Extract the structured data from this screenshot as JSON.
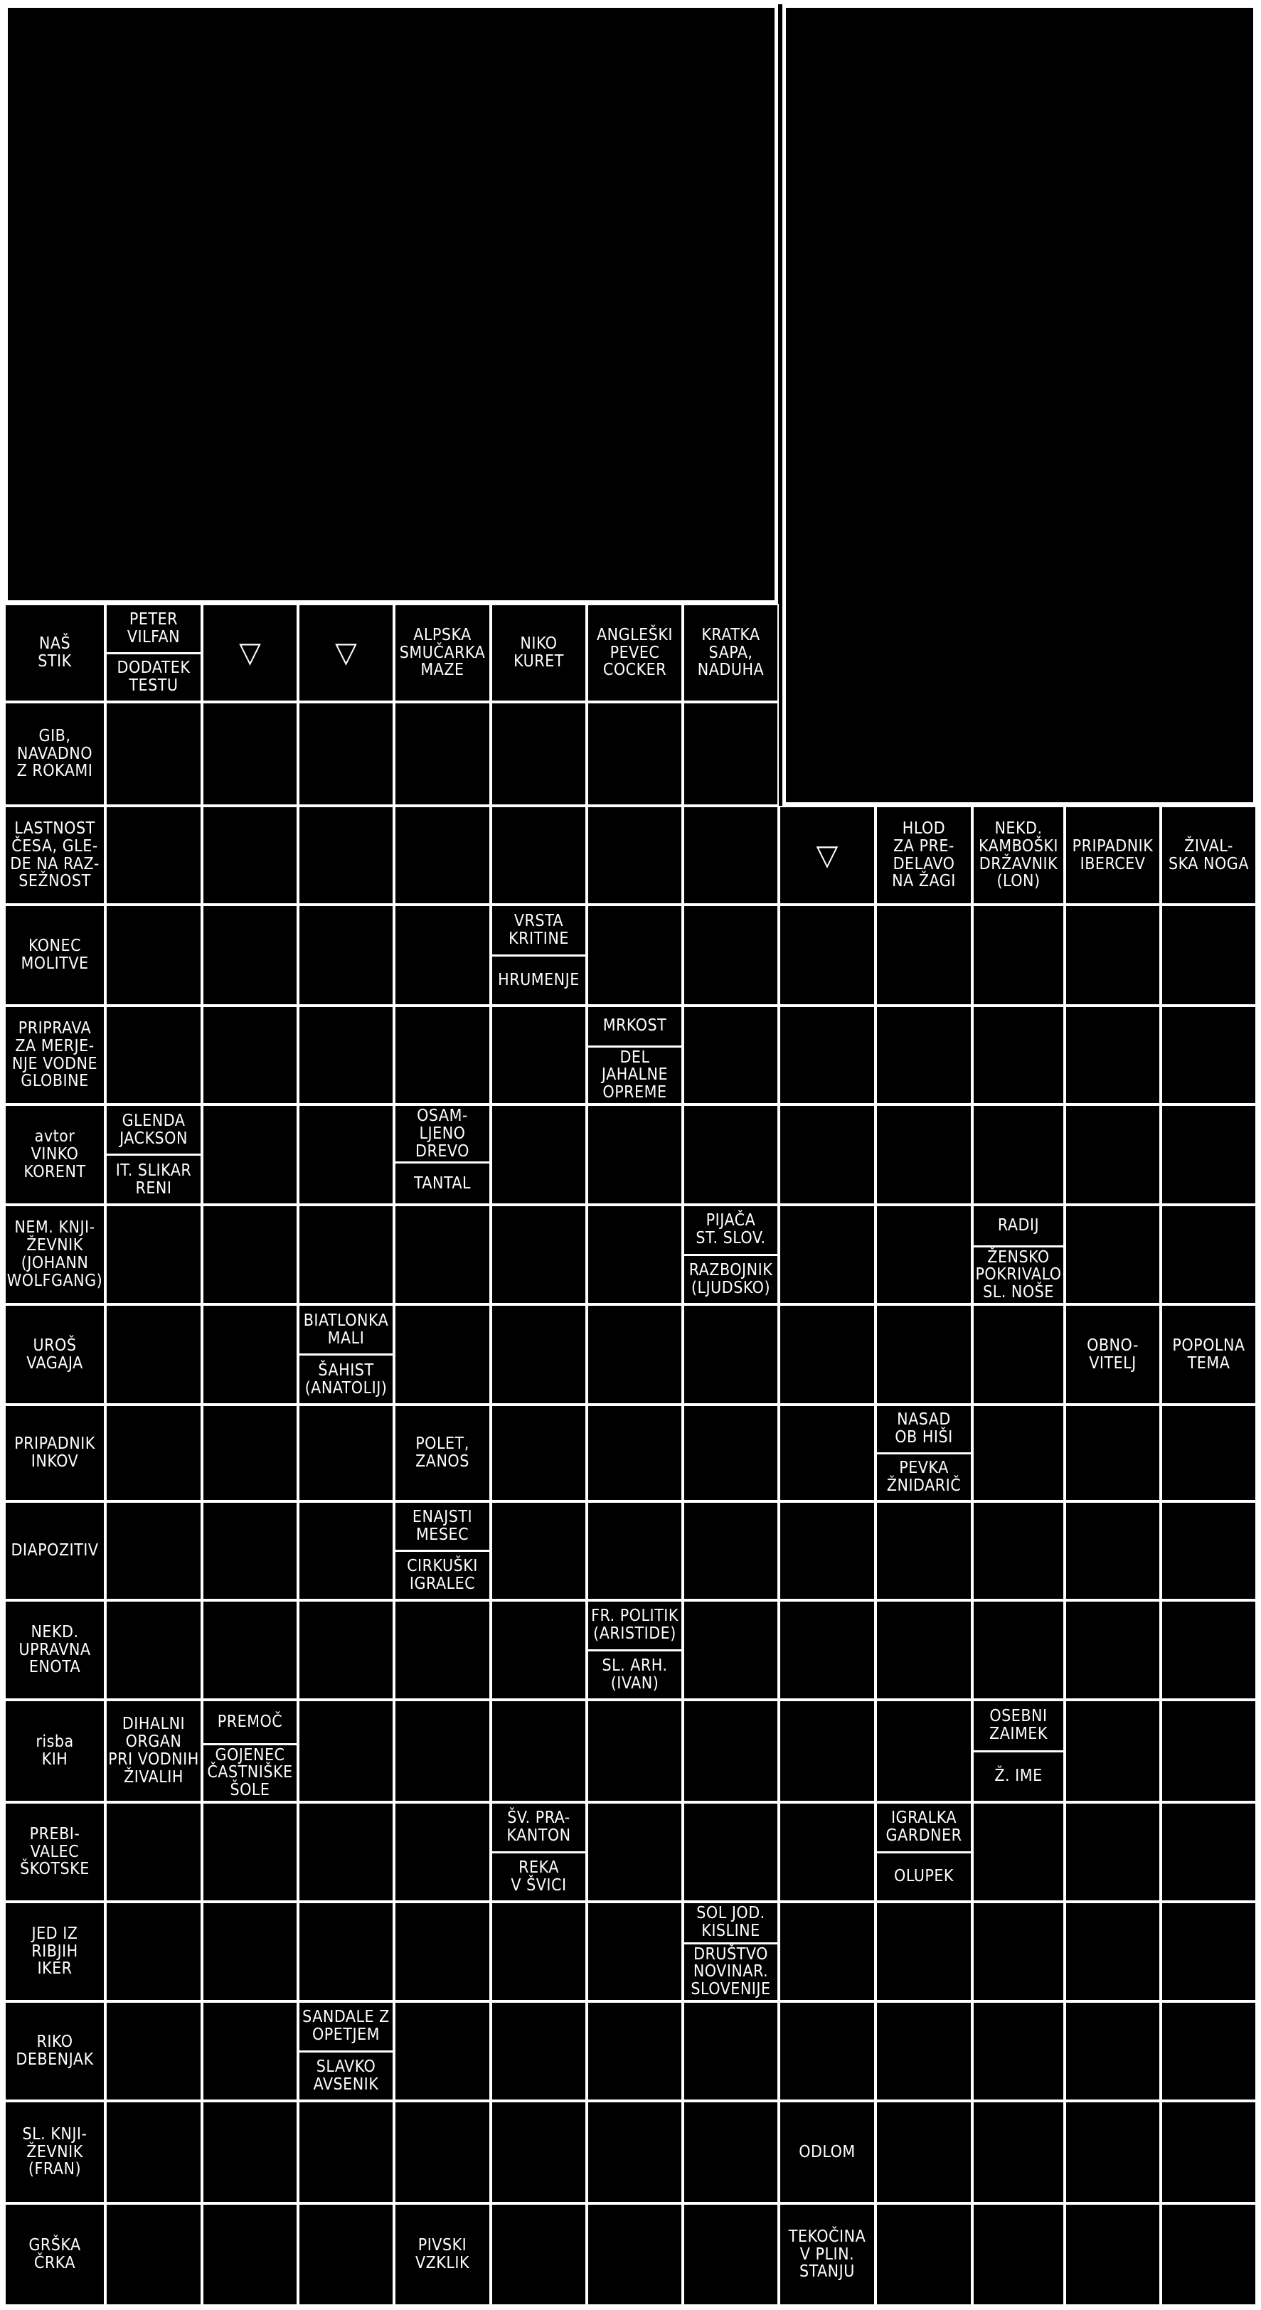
{
  "puzzle": {
    "clues": [
      {
        "row": 0,
        "col": 0,
        "texts": [
          "NAŠ\nSTIK"
        ]
      },
      {
        "row": 0,
        "col": 1,
        "texts": [
          "PETER\nVILFAN",
          "DODATEK\nTESTU"
        ]
      },
      {
        "row": 0,
        "col": 2,
        "arrow": "▽"
      },
      {
        "row": 0,
        "col": 3,
        "arrow": "▽"
      },
      {
        "row": 0,
        "col": 4,
        "texts": [
          "ALPSKA\nSMUČARKA\nMAZE"
        ]
      },
      {
        "row": 0,
        "col": 5,
        "texts": [
          "NIKO\nKURET"
        ]
      },
      {
        "row": 0,
        "col": 6,
        "texts": [
          "ANGLEŠKI\nPEVEC\nCOCKER"
        ]
      },
      {
        "row": 0,
        "col": 7,
        "texts": [
          "KRATKA\nSAPA,\nNADUHA"
        ]
      },
      {
        "row": 1,
        "col": 0,
        "texts": [
          "GIB,\nNAVADNO\nZ ROKAMI"
        ]
      },
      {
        "row": 2,
        "col": 0,
        "texts": [
          "LASTNOST\nČESA, GLE-\nDE NA RAZ-\nSEŽNOST"
        ]
      },
      {
        "row": 2,
        "col": 8,
        "arrow": "▽"
      },
      {
        "row": 2,
        "col": 9,
        "texts": [
          "HLOD\nZA PRE-\nDELAVO\nNA ŽAGI"
        ]
      },
      {
        "row": 2,
        "col": 10,
        "texts": [
          "NEKD.\nKAMBOŠKI\nDRŽAVNIK\n(LON)"
        ]
      },
      {
        "row": 2,
        "col": 11,
        "texts": [
          "PRIPADNIK\nIBERCEV"
        ]
      },
      {
        "row": 2,
        "col": 12,
        "texts": [
          "ŽIVAL-\nSKA NOGA"
        ]
      },
      {
        "row": 3,
        "col": 0,
        "texts": [
          "KONEC\nMOLITVE"
        ]
      },
      {
        "row": 3,
        "col": 5,
        "texts": [
          "VRSTA\nKRITINE",
          "HRUMENJE"
        ]
      },
      {
        "row": 4,
        "col": 0,
        "texts": [
          "PRIPRAVA\nZA MERJE-\nNJE VODNE\nGLOBINE"
        ]
      },
      {
        "row": 4,
        "col": 6,
        "texts": [
          "MRKOST",
          "DEL\nJAHALNE\nOPREME"
        ]
      },
      {
        "row": 5,
        "col": 0,
        "texts": [
          "avtor\nVINKO\nKORENT"
        ]
      },
      {
        "row": 5,
        "col": 1,
        "texts": [
          "GLENDA\nJACKSON",
          "IT. SLIKAR\nRENI"
        ]
      },
      {
        "row": 5,
        "col": 4,
        "texts": [
          "OSAM-\nLJENO\nDREVO",
          "TANTAL"
        ]
      },
      {
        "row": 6,
        "col": 0,
        "texts": [
          "NEM. KNJI-\nŽEVNIK\n(JOHANN\nWOLFGANG)"
        ]
      },
      {
        "row": 6,
        "col": 7,
        "texts": [
          "PIJAČA\nST. SLOV.",
          "RAZBOJNIK\n(LJUDSKO)"
        ]
      },
      {
        "row": 6,
        "col": 10,
        "texts": [
          "RADIJ",
          "ŽENSKO\nPOKRIVALO\nSL. NOŠE"
        ]
      },
      {
        "row": 7,
        "col": 0,
        "texts": [
          "UROŠ\nVAGAJA"
        ]
      },
      {
        "row": 7,
        "col": 3,
        "texts": [
          "BIATLONKA\nMALI",
          "ŠAHIST\n(ANATOLIJ)"
        ]
      },
      {
        "row": 7,
        "col": 11,
        "texts": [
          "OBNO-\nVITELJ"
        ]
      },
      {
        "row": 7,
        "col": 12,
        "texts": [
          "POPOLNA\nTEMA"
        ]
      },
      {
        "row": 8,
        "col": 0,
        "texts": [
          "PRIPADNIK\nINKOV"
        ]
      },
      {
        "row": 8,
        "col": 4,
        "texts": [
          "POLET,\nZANOS"
        ]
      },
      {
        "row": 8,
        "col": 9,
        "texts": [
          "NASAD\nOB HIŠI",
          "PEVKA\nŽNIDARIČ"
        ]
      },
      {
        "row": 9,
        "col": 0,
        "texts": [
          "DIAPOZITIV"
        ]
      },
      {
        "row": 9,
        "col": 4,
        "texts": [
          "ENAJSTI\nMESEC",
          "CIRKUŠKI\nIGRALEC"
        ]
      },
      {
        "row": 10,
        "col": 0,
        "texts": [
          "NEKD.\nUPRAVNA\nENOTA"
        ]
      },
      {
        "row": 10,
        "col": 6,
        "texts": [
          "FR. POLITIK\n(ARISTIDE)",
          "SL. ARH.\n(IVAN)"
        ]
      },
      {
        "row": 11,
        "col": 0,
        "texts": [
          "risba\nKIH"
        ]
      },
      {
        "row": 11,
        "col": 1,
        "texts": [
          "DIHALNI\nORGAN\nPRI VODNIH\nŽIVALIH"
        ]
      },
      {
        "row": 11,
        "col": 2,
        "texts": [
          "PREMOČ",
          "GOJENEC\nČASTNIŠKE\nŠOLE"
        ]
      },
      {
        "row": 11,
        "col": 10,
        "texts": [
          "OSEBNI\nZAIMEK",
          "Ž. IME"
        ]
      },
      {
        "row": 12,
        "col": 0,
        "texts": [
          "PREBI-\nVALEC\nŠKOTSKE"
        ]
      },
      {
        "row": 12,
        "col": 5,
        "texts": [
          "ŠV. PRA-\nKANTON",
          "REKA\nV ŠVICI"
        ]
      },
      {
        "row": 12,
        "col": 9,
        "texts": [
          "IGRALKA\nGARDNER",
          "OLUPEK"
        ]
      },
      {
        "row": 13,
        "col": 0,
        "texts": [
          "JED IZ\nRIBJIH\nIKER"
        ]
      },
      {
        "row": 13,
        "col": 7,
        "texts": [
          "SOL JOD.\nKISLINE",
          "DRUŠTVO\nNOVINAR.\nSLOVENIJE"
        ]
      },
      {
        "row": 14,
        "col": 0,
        "texts": [
          "RIKO\nDEBENJAK"
        ]
      },
      {
        "row": 14,
        "col": 3,
        "texts": [
          "SANDALE Z\nOPETJEM",
          "SLAVKO\nAVSENIK"
        ]
      },
      {
        "row": 15,
        "col": 0,
        "texts": [
          "SL. KNJI-\nŽEVNIK\n(FRAN)"
        ]
      },
      {
        "row": 15,
        "col": 8,
        "texts": [
          "ODLOM"
        ]
      },
      {
        "row": 16,
        "col": 0,
        "texts": [
          "GRŠKA\nČRKA"
        ]
      },
      {
        "row": 16,
        "col": 4,
        "texts": [
          "PIVSKI\nVZKLIK"
        ]
      },
      {
        "row": 16,
        "col": 8,
        "texts": [
          "TEKOČINA\nV PLIN.\nSTANJU"
        ]
      }
    ]
  }
}
